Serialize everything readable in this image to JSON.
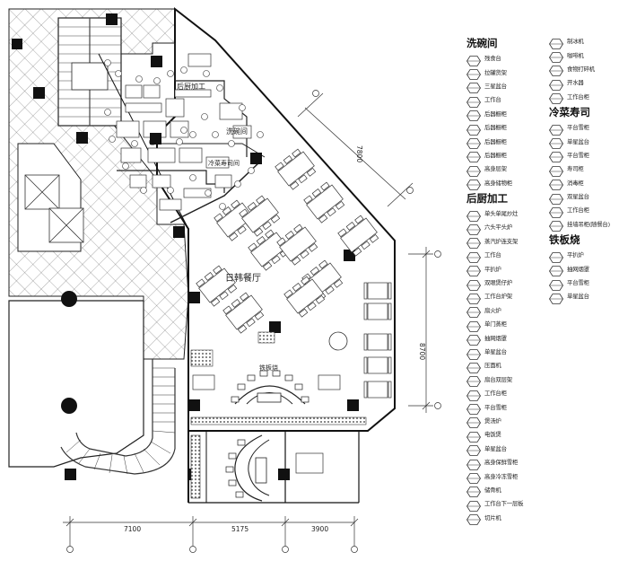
{
  "plan_labels": {
    "back_kitchen_prep": "后厨加工",
    "dishwashing": "洗碗间",
    "cold_sushi": "冷菜寿司间",
    "dining_hall": "日韩餐厅",
    "teppanyaki": "铁板烧"
  },
  "dimensions": {
    "bottom": [
      "7100",
      "5175",
      "3900"
    ],
    "right_main": "8700",
    "diagonal": "7800"
  },
  "legend": {
    "col1": [
      {
        "heading": "洗碗间",
        "items": [
          "残食台",
          "拉罐货架",
          "三星盆台",
          "工作台",
          "后器橱柜",
          "后器橱柜",
          "后器橱柜",
          "后器橱柜",
          "高身层架",
          "高身储物柜"
        ]
      },
      {
        "heading": "后厨加工",
        "items": [
          "单头单尾炒灶",
          "六头平头炉",
          "蒸汽炉连支架",
          "工作台",
          "平扒炉",
          "双眼煲仔炉",
          "工作台炉架",
          "扇火炉",
          "单门蒸柜",
          "抽网烟罩",
          "单星盆台",
          "压面机",
          "扇台双层架",
          "工作台柜",
          "平台雪柜",
          "煲汤炉",
          "电饭煲",
          "单星盆台",
          "高身保鲜雪柜",
          "高身冷冻雪柜",
          "储骨机",
          "工作台下一层板",
          "切片机"
        ]
      }
    ],
    "col2": [
      {
        "heading": "",
        "items": [
          "制冰机",
          "咖啡机",
          "食物打碎机",
          "开水器",
          "工作台柜"
        ]
      },
      {
        "heading": "冷菜寿司",
        "items": [
          "平台雪柜",
          "单星盆台",
          "平台雪柜",
          "寿司柜",
          "消毒柜",
          "双星盆台",
          "工作台柜",
          "挂墙吊柜(随餐台)"
        ]
      },
      {
        "heading": "铁板烧",
        "items": [
          "平扒炉",
          "抽网烟罩",
          "平台雪柜",
          "单星盆台"
        ]
      }
    ]
  }
}
